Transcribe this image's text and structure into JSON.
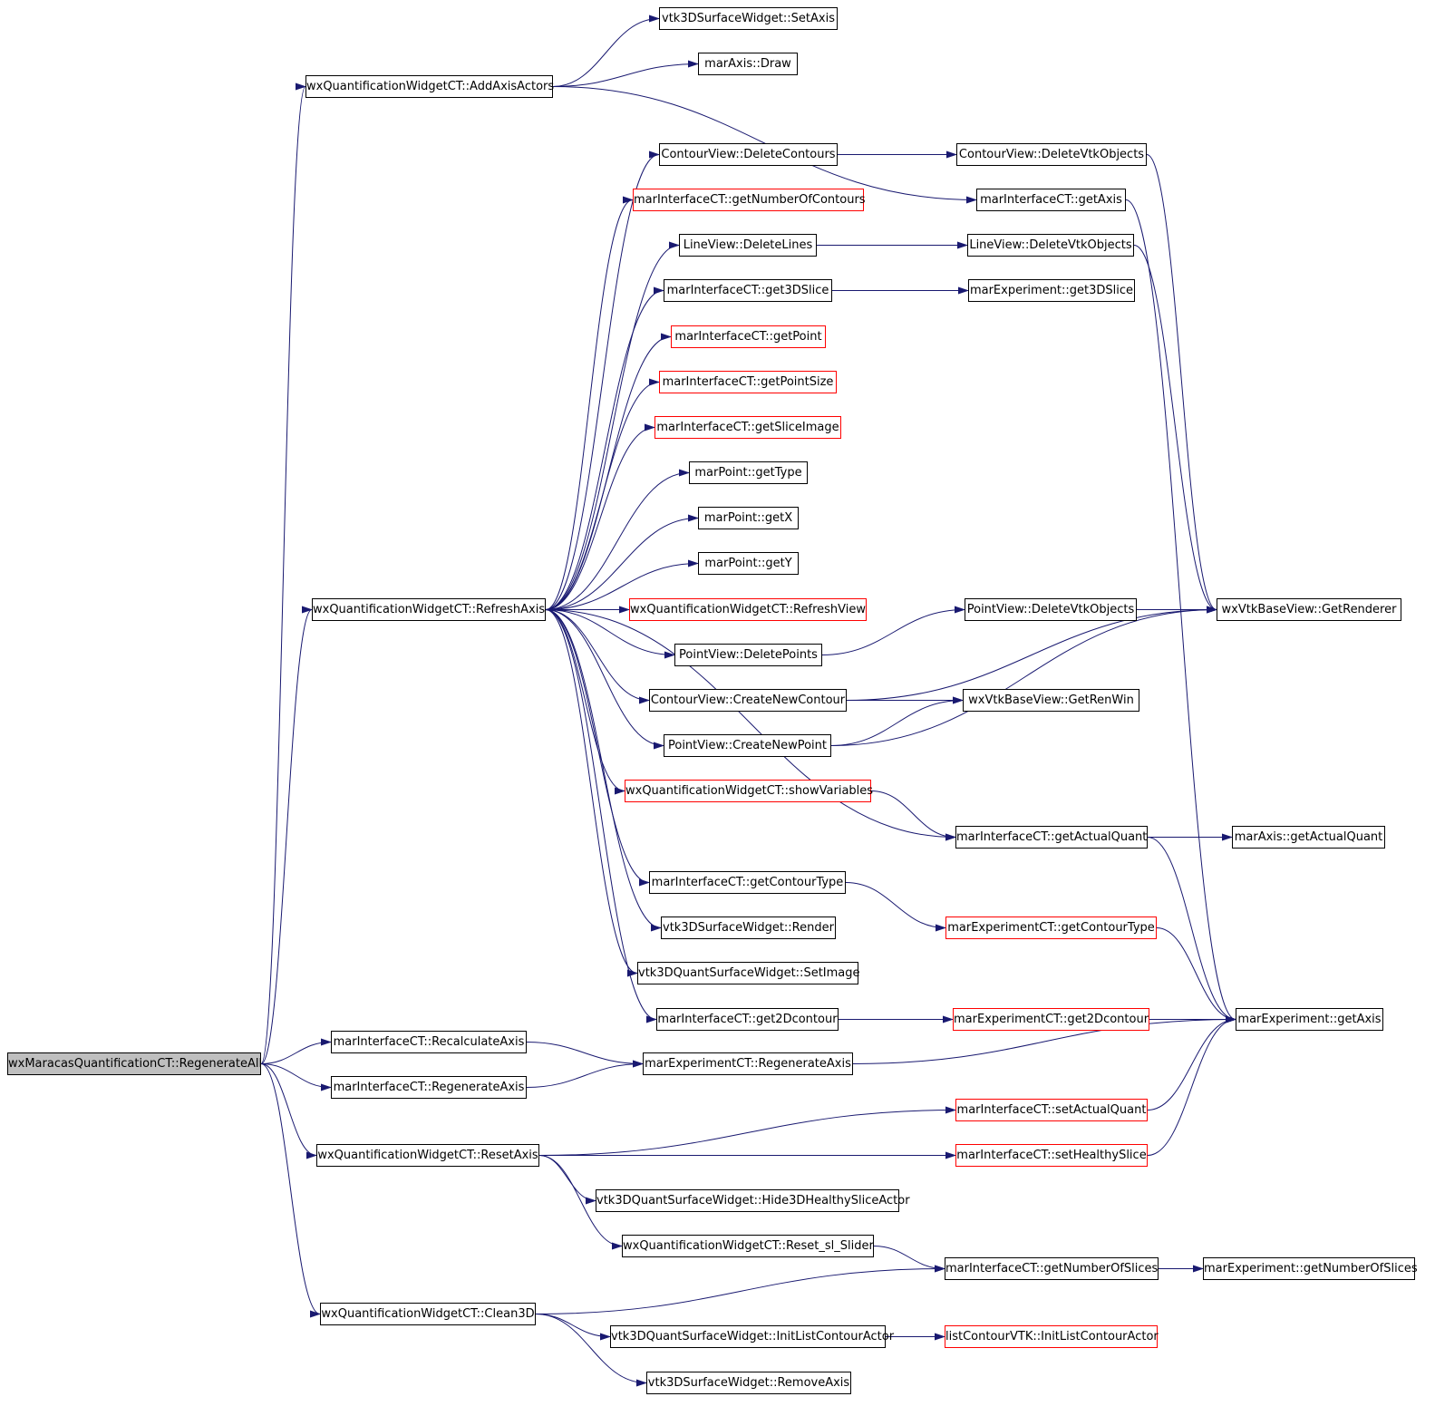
{
  "colors": {
    "edge": "#191970",
    "node_border": "#000000",
    "external_border": "#ff0000",
    "root_fill": "#bfbfbf"
  },
  "nodes": {
    "root": "wxMaracasQuantificationCT::RegenerateAll",
    "add_axis_actors": "wxQuantificationWidgetCT::AddAxisActors",
    "refresh_axis": "wxQuantificationWidgetCT::RefreshAxis",
    "recalculate_axis": "marInterfaceCT::RecalculateAxis",
    "regenerate_axis_if": "marInterfaceCT::RegenerateAxis",
    "reset_axis": "wxQuantificationWidgetCT::ResetAxis",
    "clean3d": "wxQuantificationWidgetCT::Clean3D",
    "surface_set_axis": "vtk3DSurfaceWidget::SetAxis",
    "maraxis_draw": "marAxis::Draw",
    "contour_delete_contours": "ContourView::DeleteContours",
    "get_number_of_contours": "marInterfaceCT::getNumberOfContours",
    "line_delete_lines": "LineView::DeleteLines",
    "get_3dslice": "marInterfaceCT::get3DSlice",
    "get_point": "marInterfaceCT::getPoint",
    "get_point_size": "marInterfaceCT::getPointSize",
    "get_slice_image": "marInterfaceCT::getSliceImage",
    "marpoint_get_type": "marPoint::getType",
    "marpoint_get_x": "marPoint::getX",
    "marpoint_get_y": "marPoint::getY",
    "refresh_view": "wxQuantificationWidgetCT::RefreshView",
    "point_delete_points": "PointView::DeletePoints",
    "contour_create_new": "ContourView::CreateNewContour",
    "point_create_new": "PointView::CreateNewPoint",
    "show_variables": "wxQuantificationWidgetCT::showVariables",
    "get_contour_type": "marInterfaceCT::getContourType",
    "surface_render": "vtk3DSurfaceWidget::Render",
    "quant_set_image": "vtk3DQuantSurfaceWidget::SetImage",
    "get_2dcontour": "marInterfaceCT::get2Dcontour",
    "exp_regenerate_axis": "marExperimentCT::RegenerateAxis",
    "hide_healthy_slice": "vtk3DQuantSurfaceWidget::Hide3DHealthySliceActor",
    "reset_sl_slider": "wxQuantificationWidgetCT::Reset_sl_Slider",
    "init_list_contour_actor": "vtk3DQuantSurfaceWidget::InitListContourActor",
    "surface_remove_axis": "vtk3DSurfaceWidget::RemoveAxis",
    "contour_delete_vtk": "ContourView::DeleteVtkObjects",
    "interface_get_axis": "marInterfaceCT::getAxis",
    "line_delete_vtk": "LineView::DeleteVtkObjects",
    "exp_get_3dslice": "marExperiment::get3DSlice",
    "point_delete_vtk": "PointView::DeleteVtkObjects",
    "get_ren_win": "wxVtkBaseView::GetRenWin",
    "get_actual_quant": "marInterfaceCT::getActualQuant",
    "expct_get_contour_type": "marExperimentCT::getContourType",
    "expct_get_2dcontour": "marExperimentCT::get2Dcontour",
    "set_actual_quant": "marInterfaceCT::setActualQuant",
    "set_healthy_slice": "marInterfaceCT::setHealthySlice",
    "get_number_of_slices": "marInterfaceCT::getNumberOfSlices",
    "list_init_contour_actor": "listContourVTK::InitListContourActor",
    "get_renderer": "wxVtkBaseView::GetRenderer",
    "maraxis_get_actual_quant": "marAxis::getActualQuant",
    "exp_get_axis": "marExperiment::getAxis",
    "exp_get_number_of_slices": "marExperiment::getNumberOfSlices"
  },
  "edges": [
    [
      "root",
      "add_axis_actors"
    ],
    [
      "root",
      "refresh_axis"
    ],
    [
      "root",
      "recalculate_axis"
    ],
    [
      "root",
      "regenerate_axis_if"
    ],
    [
      "root",
      "reset_axis"
    ],
    [
      "root",
      "clean3d"
    ],
    [
      "add_axis_actors",
      "surface_set_axis"
    ],
    [
      "add_axis_actors",
      "maraxis_draw"
    ],
    [
      "add_axis_actors",
      "interface_get_axis"
    ],
    [
      "refresh_axis",
      "contour_delete_contours"
    ],
    [
      "refresh_axis",
      "get_number_of_contours"
    ],
    [
      "refresh_axis",
      "line_delete_lines"
    ],
    [
      "refresh_axis",
      "get_3dslice"
    ],
    [
      "refresh_axis",
      "get_point"
    ],
    [
      "refresh_axis",
      "get_point_size"
    ],
    [
      "refresh_axis",
      "get_slice_image"
    ],
    [
      "refresh_axis",
      "marpoint_get_type"
    ],
    [
      "refresh_axis",
      "marpoint_get_x"
    ],
    [
      "refresh_axis",
      "marpoint_get_y"
    ],
    [
      "refresh_axis",
      "refresh_view"
    ],
    [
      "refresh_axis",
      "point_delete_points"
    ],
    [
      "refresh_axis",
      "contour_create_new"
    ],
    [
      "refresh_axis",
      "point_create_new"
    ],
    [
      "refresh_axis",
      "show_variables"
    ],
    [
      "refresh_axis",
      "get_actual_quant"
    ],
    [
      "refresh_axis",
      "get_contour_type"
    ],
    [
      "refresh_axis",
      "surface_render"
    ],
    [
      "refresh_axis",
      "quant_set_image"
    ],
    [
      "refresh_axis",
      "get_2dcontour"
    ],
    [
      "recalculate_axis",
      "exp_regenerate_axis"
    ],
    [
      "regenerate_axis_if",
      "exp_regenerate_axis"
    ],
    [
      "reset_axis",
      "set_actual_quant"
    ],
    [
      "reset_axis",
      "set_healthy_slice"
    ],
    [
      "reset_axis",
      "hide_healthy_slice"
    ],
    [
      "reset_axis",
      "reset_sl_slider"
    ],
    [
      "clean3d",
      "get_number_of_slices"
    ],
    [
      "clean3d",
      "init_list_contour_actor"
    ],
    [
      "clean3d",
      "surface_remove_axis"
    ],
    [
      "contour_delete_contours",
      "contour_delete_vtk"
    ],
    [
      "line_delete_lines",
      "line_delete_vtk"
    ],
    [
      "get_3dslice",
      "exp_get_3dslice"
    ],
    [
      "point_delete_points",
      "point_delete_vtk"
    ],
    [
      "contour_create_new",
      "get_renderer"
    ],
    [
      "contour_create_new",
      "get_ren_win"
    ],
    [
      "point_create_new",
      "get_ren_win"
    ],
    [
      "point_create_new",
      "get_renderer"
    ],
    [
      "show_variables",
      "get_actual_quant"
    ],
    [
      "get_contour_type",
      "expct_get_contour_type"
    ],
    [
      "get_2dcontour",
      "expct_get_2dcontour"
    ],
    [
      "exp_regenerate_axis",
      "exp_get_axis"
    ],
    [
      "reset_sl_slider",
      "get_number_of_slices"
    ],
    [
      "init_list_contour_actor",
      "list_init_contour_actor"
    ],
    [
      "contour_delete_vtk",
      "get_renderer"
    ],
    [
      "interface_get_axis",
      "exp_get_axis"
    ],
    [
      "line_delete_vtk",
      "get_renderer"
    ],
    [
      "point_delete_vtk",
      "get_renderer"
    ],
    [
      "get_actual_quant",
      "maraxis_get_actual_quant"
    ],
    [
      "get_actual_quant",
      "exp_get_axis"
    ],
    [
      "expct_get_contour_type",
      "exp_get_axis"
    ],
    [
      "expct_get_2dcontour",
      "exp_get_axis"
    ],
    [
      "set_actual_quant",
      "exp_get_axis"
    ],
    [
      "set_healthy_slice",
      "exp_get_axis"
    ],
    [
      "get_number_of_slices",
      "exp_get_number_of_slices"
    ]
  ]
}
